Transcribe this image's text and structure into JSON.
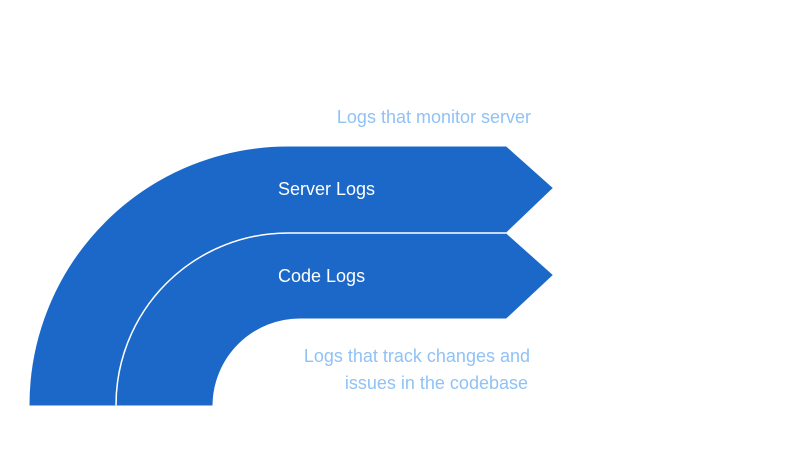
{
  "diagram": {
    "colors": {
      "band_fill": "#1b68c9",
      "band_divider": "#ffffff",
      "label_text": "#ffffff",
      "note_text": "#90c2f5",
      "background": "#ffffff"
    },
    "bands": [
      {
        "label": "Server Logs",
        "note": "Logs that monitor server"
      },
      {
        "label": "Code Logs",
        "note_lines": [
          "Logs that track changes and",
          "issues in the codebase"
        ]
      }
    ]
  }
}
